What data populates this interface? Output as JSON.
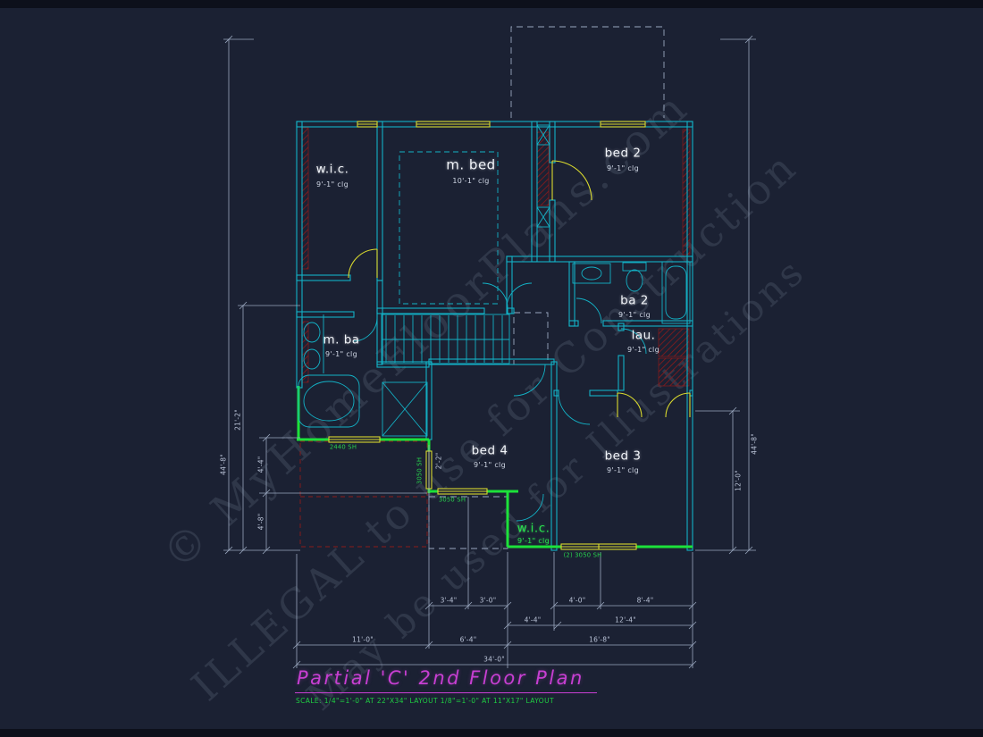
{
  "title": {
    "text": "Partial 'C' 2nd Floor Plan",
    "scale_note": "SCALE: 1/4\"=1'-0\" AT 22\"X34\" LAYOUT     1/8\"=1'-0\" AT 11\"X17\" LAYOUT"
  },
  "watermarks": [
    "© MyHomeFloorPlans.com",
    "ILLEGAL to use for Construction",
    "May be used for Illustrations"
  ],
  "rooms": [
    {
      "name": "w.i.c.",
      "clg": "9'-1\" clg"
    },
    {
      "name": "m. bed",
      "clg": "10'-1\" clg"
    },
    {
      "name": "bed 2",
      "clg": "9'-1\" clg"
    },
    {
      "name": "ba 2",
      "clg": "9'-1\" clg"
    },
    {
      "name": "lau.",
      "clg": "9'-1\" clg"
    },
    {
      "name": "m. ba",
      "clg": "9'-1\" clg"
    },
    {
      "name": "bed 4",
      "clg": "9'-1\" clg"
    },
    {
      "name": "bed 3",
      "clg": "9'-1\" clg"
    },
    {
      "name": "w.i.c.",
      "clg": "9'-1\" clg"
    }
  ],
  "windows": {
    "w2440": "2440 SH",
    "w3050_vert": "3050 SH",
    "w3050_horiz": "3050 SH",
    "w3050_double": "(2) 3050 SH"
  },
  "dims": {
    "d44_8_left": "44'-8\"",
    "d21_2": "21'-2\"",
    "d4_4_left": "4'-4\"",
    "d4_8_left": "4'-8\"",
    "d2_2": "2'-2\"",
    "d3_4": "3'-4\"",
    "d3_0": "3'-0\"",
    "d4_0": "4'-0\"",
    "d8_4": "8'-4\"",
    "d4_4_b": "4'-4\"",
    "d12_4": "12'-4\"",
    "d11_0": "11'-0\"",
    "d6_4": "6'-4\"",
    "d16_8": "16'-8\"",
    "d34_0": "34'-0\"",
    "d44_8_right": "44'-8\"",
    "d12_0": "12'-0\""
  },
  "colors": {
    "wall_cyan": "#13b2c6",
    "highlight_green": "#1ce23a",
    "window_yellow": "#d9d92e",
    "hatch_red": "#8c1a1a",
    "title_magenta": "#c73fd2",
    "background": "#1b2133"
  }
}
